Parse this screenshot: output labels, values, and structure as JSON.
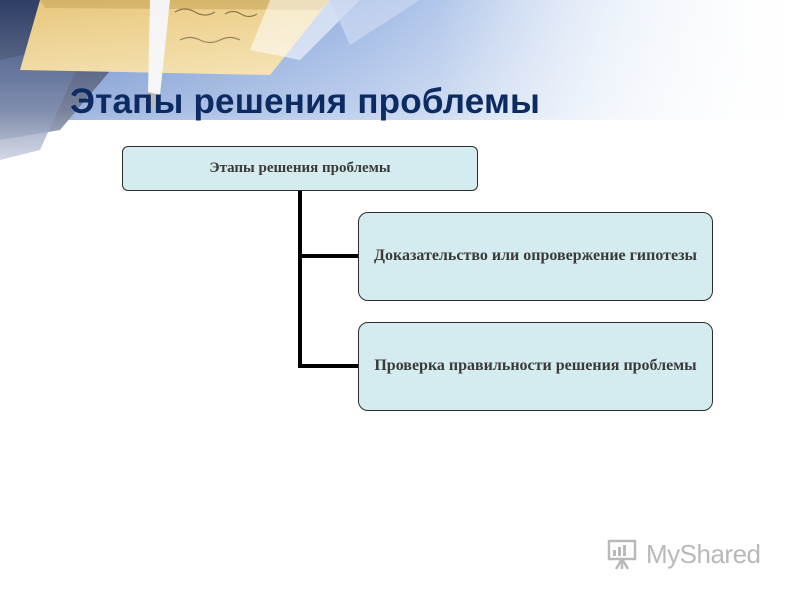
{
  "slide": {
    "title": "Этапы решения проблемы"
  },
  "diagram": {
    "root": {
      "label": "Этапы решения проблемы"
    },
    "children": [
      {
        "label": "Доказательство или опровержение гипотезы"
      },
      {
        "label": "Проверка правильности решения проблемы"
      }
    ]
  },
  "watermark": {
    "text": "MyShared",
    "icon": "presentation-board-icon"
  },
  "colors": {
    "title": "#0d2b63",
    "node_fill": "#d4ecef",
    "node_border": "#2d2d2d",
    "connector": "#000000"
  }
}
